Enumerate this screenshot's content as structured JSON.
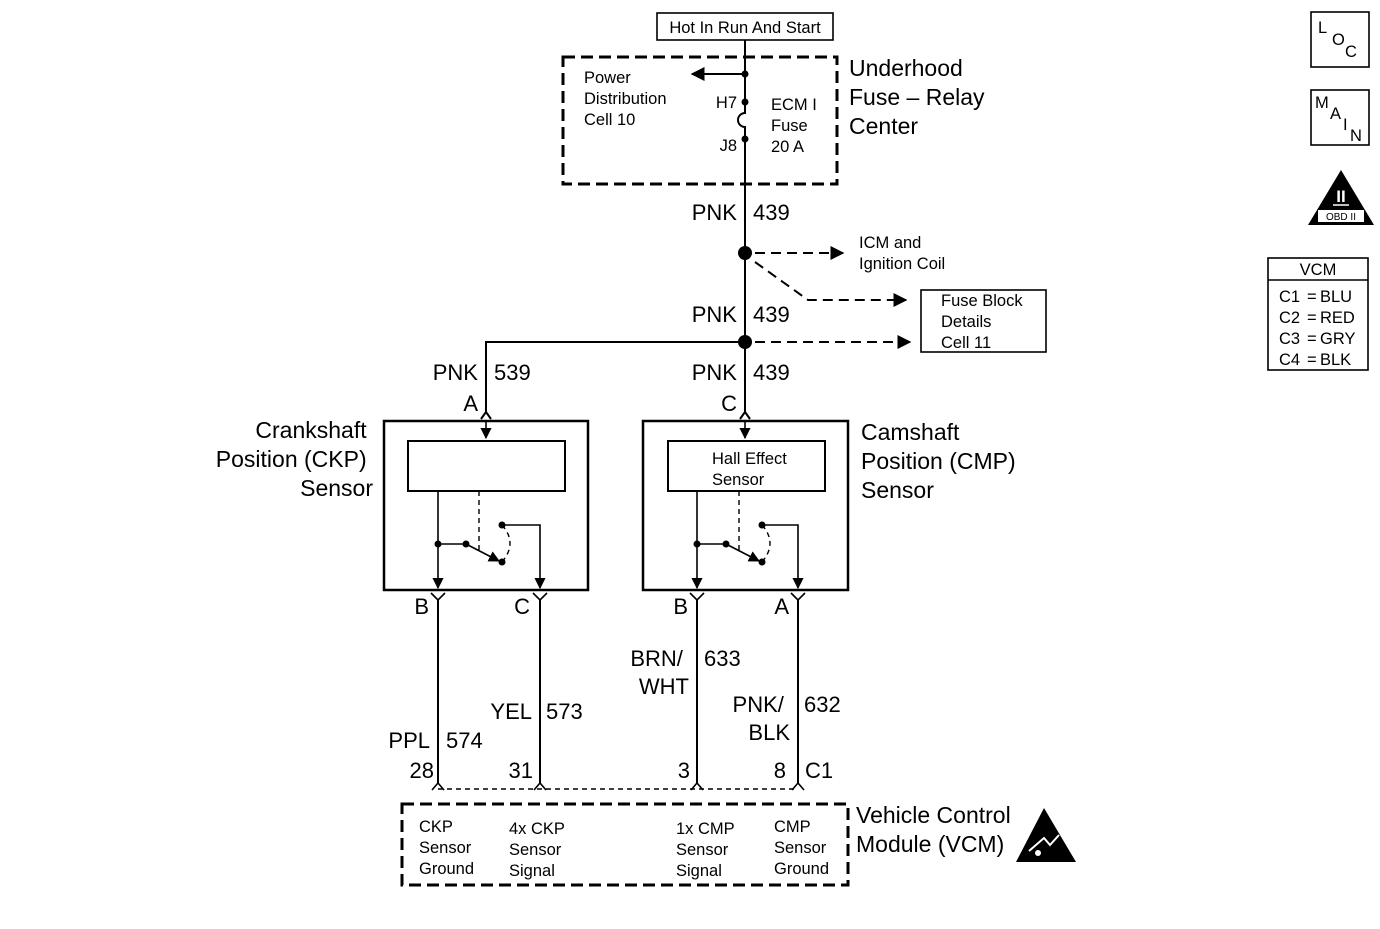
{
  "power_source": "Hot In Run And Start",
  "underhood_fuse_relay_center": {
    "title": [
      "Underhood",
      "Fuse – Relay",
      "Center"
    ],
    "power_distribution": [
      "Power",
      "Distribution",
      "Cell 10"
    ],
    "terminal_top": "H7",
    "terminal_bottom": "J8",
    "fuse_label": [
      "ECM I",
      "Fuse",
      "20 A"
    ]
  },
  "wires": {
    "w439_top": {
      "color": "PNK",
      "circuit": "439"
    },
    "w439_mid": {
      "color": "PNK",
      "circuit": "439"
    },
    "w539": {
      "color": "PNK",
      "circuit": "539"
    },
    "w439_low": {
      "color": "PNK",
      "circuit": "439"
    },
    "w574": {
      "color": "PPL",
      "circuit": "574"
    },
    "w573": {
      "color": "YEL",
      "circuit": "573"
    },
    "w633": {
      "color": [
        "BRN/",
        "WHT"
      ],
      "circuit": "633"
    },
    "w632": {
      "color": [
        "PNK/",
        "BLK"
      ],
      "circuit": "632"
    }
  },
  "branches": {
    "icm": [
      "ICM and",
      "Ignition Coil"
    ],
    "fuse_block": [
      "Fuse Block",
      "Details",
      "Cell 11"
    ]
  },
  "ckp_sensor": {
    "title": [
      "Crankshaft",
      "Position (CKP)",
      "Sensor"
    ],
    "pin_power": "A",
    "pin_left": "B",
    "pin_right": "C"
  },
  "cmp_sensor": {
    "title": [
      "Camshaft",
      "Position (CMP)",
      "Sensor"
    ],
    "element": [
      "Hall Effect",
      "Sensor"
    ],
    "pin_power": "C",
    "pin_left": "B",
    "pin_right": "A"
  },
  "vcm_pins": {
    "p28": "28",
    "p31": "31",
    "p3": "3",
    "p8": "8",
    "connector": "C1"
  },
  "vcm": {
    "title": [
      "Vehicle Control",
      "Module (VCM)"
    ],
    "ckp_ground": [
      "CKP",
      "Sensor",
      "Ground"
    ],
    "ckp_signal": [
      "4x CKP",
      "Sensor",
      "Signal"
    ],
    "cmp_signal": [
      "1x CMP",
      "Sensor",
      "Signal"
    ],
    "cmp_ground": [
      "CMP",
      "Sensor",
      "Ground"
    ]
  },
  "side_icons": {
    "loc": [
      "L",
      "O",
      "C"
    ],
    "main": [
      "M",
      "A",
      "I",
      "N"
    ],
    "obd": {
      "roman": "II",
      "caption": "OBD II"
    }
  },
  "vcm_legend": {
    "title": "VCM",
    "rows": [
      {
        "conn": "C1",
        "color": "BLU"
      },
      {
        "conn": "C2",
        "color": "RED"
      },
      {
        "conn": "C3",
        "color": "GRY"
      },
      {
        "conn": "C4",
        "color": "BLK"
      }
    ]
  }
}
